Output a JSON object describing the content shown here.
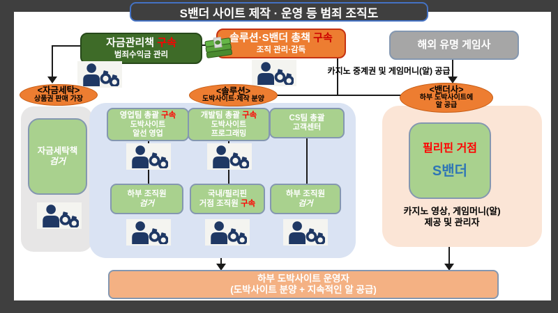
{
  "title": "S밴더 사이트 제작 · 운영 등 범죄 조직도",
  "colors": {
    "frame": "#3f3f3f",
    "accent_orange": "#ed7d31",
    "dark_green": "#3e6b28",
    "light_green": "#a9d18e",
    "status_red": "#ff0000",
    "svendor_blue": "#2e75b6",
    "peach_container": "#fbe5d6",
    "blue_container": "#dae3f3",
    "bottom_orange": "#f4b183"
  },
  "top_row": {
    "fund_manager": {
      "name": "자금관리책",
      "status": "구속",
      "role": "범죄수익금 관리"
    },
    "boss": {
      "name": "솔루션·S밴더 총책",
      "status": "구속",
      "role": "조직 관리·감독"
    },
    "game_company": {
      "name": "해외 유명 게임사"
    },
    "supply_label": "카지노 중계권 및 게임머니(알) 공급"
  },
  "group_labels": {
    "laundering": {
      "title": "<자금세탁>",
      "sub": "상품권 판매 가장"
    },
    "solution": {
      "title": "<솔루션>",
      "sub": "도박사이트·제작 분양"
    },
    "vendor": {
      "title": "<밴더사>",
      "sub1": "하부 도박사이트에",
      "sub2": "알 공급"
    }
  },
  "laundering_group": {
    "launderer": {
      "name": "자금세탁책",
      "status": "검거"
    }
  },
  "solution_group": {
    "sales_team": {
      "name": "영업팀 총괄",
      "status": "구속",
      "desc1": "도박사이트",
      "desc2": "알선 영업"
    },
    "dev_team": {
      "name": "개발팀 총괄",
      "status": "구속",
      "desc1": "도박사이트",
      "desc2": "프로그래밍"
    },
    "cs_team": {
      "name": "CS팀 총괄",
      "desc1": "고객센터"
    },
    "member_left": {
      "name": "하부 조직원",
      "status": "검거"
    },
    "member_center": {
      "line1": "국내/필리핀",
      "line2": "거점 조직원",
      "status": "구속"
    },
    "member_right": {
      "name": "하부 조직원",
      "status": "검거"
    }
  },
  "vendor_group": {
    "base": {
      "line1": "필리핀 거점",
      "line2": "S밴더"
    },
    "desc1": "카지노 영상, 게임머니(알)",
    "desc2": "제공 및 관리자"
  },
  "bottom_box": {
    "line1": "하부 도박사이트 운영자",
    "line2": "(도박사이트 분양 + 지속적인 알 공급)"
  }
}
